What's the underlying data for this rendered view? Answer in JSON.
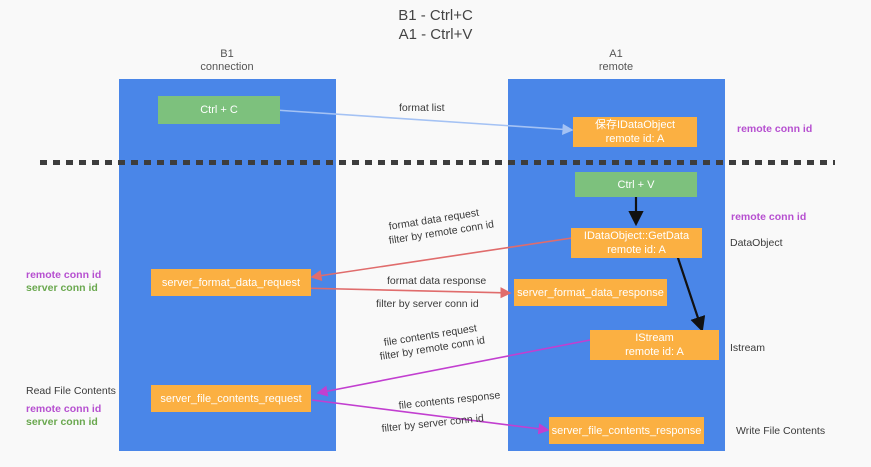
{
  "title": {
    "line1": "B1 - Ctrl+C",
    "line2": "A1 - Ctrl+V"
  },
  "columns": [
    {
      "name": "B1",
      "sub": "connection"
    },
    {
      "name": "A1",
      "sub": "remote"
    }
  ],
  "nodes": {
    "ctrl_c": "Ctrl + C",
    "ctrl_v": "Ctrl + V",
    "save_idataobject_l1": "保存IDataObject",
    "save_idataobject_l2": "remote id: A",
    "getdata_l1": "IDataObject::GetData",
    "getdata_l2": "remote id: A",
    "istream_l1": "IStream",
    "istream_l2": "remote id: A",
    "server_format_data_request": "server_format_data_request",
    "server_format_data_response": "server_format_data_response",
    "server_file_contents_request": "server_file_contents_request",
    "server_file_contents_response": "server_file_contents_response"
  },
  "edge_labels": {
    "format_list": "format list",
    "format_data_request": "format data request",
    "format_data_request_filter_pre": "filter by ",
    "format_data_request_filter_key": "remote conn id",
    "format_data_response": "format data response",
    "format_data_response_filter_pre": "filter by ",
    "format_data_response_filter_key": "server conn id",
    "file_contents_request": "file contents request",
    "file_contents_request_filter_pre": "filter by ",
    "file_contents_request_filter_key": "remote conn id",
    "file_contents_response": "file contents response",
    "file_contents_response_filter_pre": "filter by ",
    "file_contents_response_filter_key": "server conn id"
  },
  "side_labels": {
    "right_remote_conn_id_top": "remote conn id",
    "right_remote_conn_id_mid": "remote conn id",
    "right_dataobject": "DataObject",
    "right_istream": "Istream",
    "right_write_file_contents": "Write File Contents",
    "left_remote_conn_id_1": "remote conn id",
    "left_server_conn_id_1": "server conn id",
    "left_read_file_contents": "Read File Contents",
    "left_remote_conn_id_2": "remote conn id",
    "left_server_conn_id_2": "server conn id"
  },
  "colors": {
    "lane": "#4a86e8",
    "green_node": "#7dc17d",
    "orange_node": "#fbb042",
    "arrow_blue": "#a4c2f4",
    "arrow_red": "#e06c6c",
    "arrow_magenta": "#c23fd0",
    "arrow_black": "#111111",
    "key_purple": "#b64fd0",
    "key_green": "#6aa84f",
    "background": "#f9f9f9",
    "dash": "#3d3d3d"
  }
}
